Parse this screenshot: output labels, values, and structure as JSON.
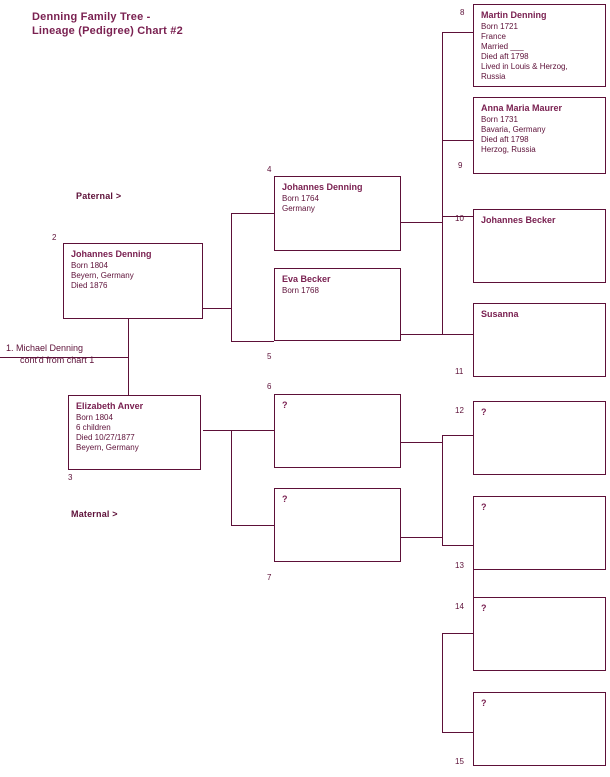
{
  "chart": {
    "title": "Denning Family Tree -\nLineage (Pedigree) Chart #2",
    "accent_color": "#5d1038",
    "name_color": "#7a2151",
    "background": "#ffffff"
  },
  "labels": {
    "paternal": "Paternal >",
    "maternal": "Maternal >"
  },
  "root": {
    "line1": "1. Michael Denning",
    "line2": "cont'd from chart 1"
  },
  "people": [
    {
      "id": 2,
      "number": "2",
      "name": "Johannes Denning",
      "details": [
        "Born 1804",
        "Beyern, Germany",
        "Died 1876"
      ]
    },
    {
      "id": 3,
      "number": "3",
      "name": "Elizabeth Anver",
      "details": [
        "Born 1804",
        "6 children",
        "Died 10/27/1877",
        "Beyern, Germany"
      ]
    },
    {
      "id": 4,
      "number": "4",
      "name": "Johannes Denning",
      "details": [
        "Born 1764",
        "Germany"
      ]
    },
    {
      "id": 5,
      "number": "5",
      "name": "Eva Becker",
      "details": [
        "Born 1768"
      ]
    },
    {
      "id": 6,
      "number": "6",
      "name": "?",
      "details": []
    },
    {
      "id": 7,
      "number": "7",
      "name": "?",
      "details": []
    },
    {
      "id": 8,
      "number": "8",
      "name": "Martin Denning",
      "details": [
        "Born 1721",
        "France",
        "Married ___",
        "Died aft 1798",
        "Lived in Louis & Herzog,",
        "Russia"
      ]
    },
    {
      "id": 9,
      "number": "9",
      "name": "Anna Maria Maurer",
      "details": [
        "Born 1731",
        "Bavaria, Germany",
        "Died aft 1798",
        "Herzog, Russia"
      ]
    },
    {
      "id": 10,
      "number": "10",
      "name": "Johannes Becker",
      "details": []
    },
    {
      "id": 11,
      "number": "11",
      "name": "Susanna",
      "details": []
    },
    {
      "id": 12,
      "number": "12",
      "name": "?",
      "details": []
    },
    {
      "id": 13,
      "number": "13",
      "name": "?",
      "details": []
    },
    {
      "id": 14,
      "number": "14",
      "name": "?",
      "details": []
    },
    {
      "id": 15,
      "number": "15",
      "name": "?",
      "details": []
    }
  ]
}
